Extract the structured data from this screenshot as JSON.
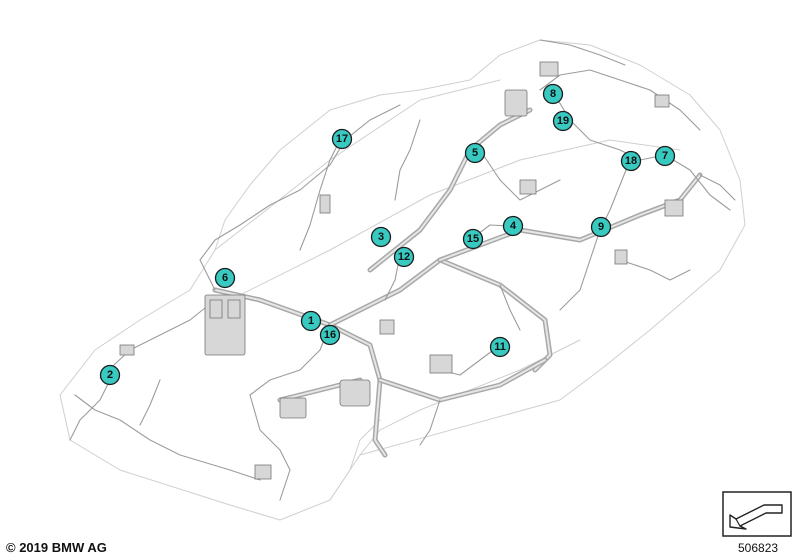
{
  "callouts": [
    {
      "id": "1",
      "label": "1"
    },
    {
      "id": "2",
      "label": "2"
    },
    {
      "id": "3",
      "label": "3"
    },
    {
      "id": "4",
      "label": "4"
    },
    {
      "id": "5",
      "label": "5"
    },
    {
      "id": "6",
      "label": "6"
    },
    {
      "id": "7",
      "label": "7"
    },
    {
      "id": "8",
      "label": "8"
    },
    {
      "id": "9",
      "label": "9"
    },
    {
      "id": "11",
      "label": "11"
    },
    {
      "id": "12",
      "label": "12"
    },
    {
      "id": "15",
      "label": "15"
    },
    {
      "id": "16",
      "label": "16"
    },
    {
      "id": "17",
      "label": "17"
    },
    {
      "id": "18",
      "label": "18"
    },
    {
      "id": "19",
      "label": "19"
    }
  ],
  "footer": {
    "copyright": "© 2019 BMW AG",
    "reference_number": "506823"
  },
  "colors": {
    "callout_fill": "#38c9c1",
    "harness": "#b9b9b9"
  },
  "icons": {
    "navigation": "nav-arrow-icon"
  }
}
